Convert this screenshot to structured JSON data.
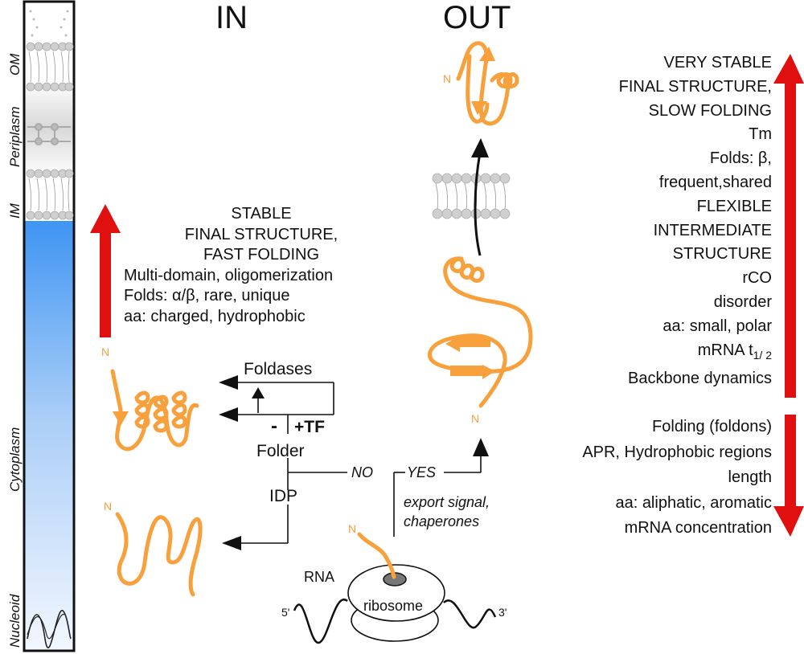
{
  "compartments": {
    "om": "OM",
    "periplasm": "Periplasm",
    "im": "IM",
    "cytoplasm": "Cytoplasm",
    "nucleoid": "Nucleoid"
  },
  "headers": {
    "in": "IN",
    "out": "OUT"
  },
  "in_properties": [
    "STABLE",
    "FINAL STRUCTURE,",
    "FAST FOLDING",
    "Multi-domain, oligomerization",
    "Folds: α/β, rare, unique",
    "aa:  charged,  hydrophobic"
  ],
  "out_properties_up": [
    "VERY STABLE",
    "FINAL STRUCTURE,",
    "SLOW FOLDING",
    "Tm",
    "Folds: β,",
    "frequent,shared",
    "FLEXIBLE",
    "INTERMEDIATE",
    "STRUCTURE",
    "rCO",
    "disorder",
    "aa:  small,  polar"
  ],
  "mrna_half_life": {
    "prefix": "mRNA  t",
    "subscript": "1/ 2"
  },
  "backbone": "Backbone  dynamics",
  "out_properties_down": [
    "Folding  (foldons)",
    "APR, Hydrophobic regions",
    "length",
    "aa:  aliphatic,  aromatic",
    "mRNA  concentration"
  ],
  "flow": {
    "foldases": "Foldases",
    "minus": "-",
    "plus_tf": "+TF",
    "folder": "Folder",
    "idp": "IDP",
    "no": "NO",
    "yes": "YES",
    "export_line1": "export signal,",
    "export_line2": "chaperones",
    "rna": "RNA",
    "ribosome": "ribosome",
    "five_prime": "5'",
    "three_prime": "3'"
  },
  "n_terminus": "N",
  "colors": {
    "protein": "#f7a03c",
    "arrow_red": "#e01010",
    "cytoplasm_top": "#4a9df5",
    "cytoplasm_bottom": "#eef5ff",
    "membrane": "#c8c8c8"
  }
}
